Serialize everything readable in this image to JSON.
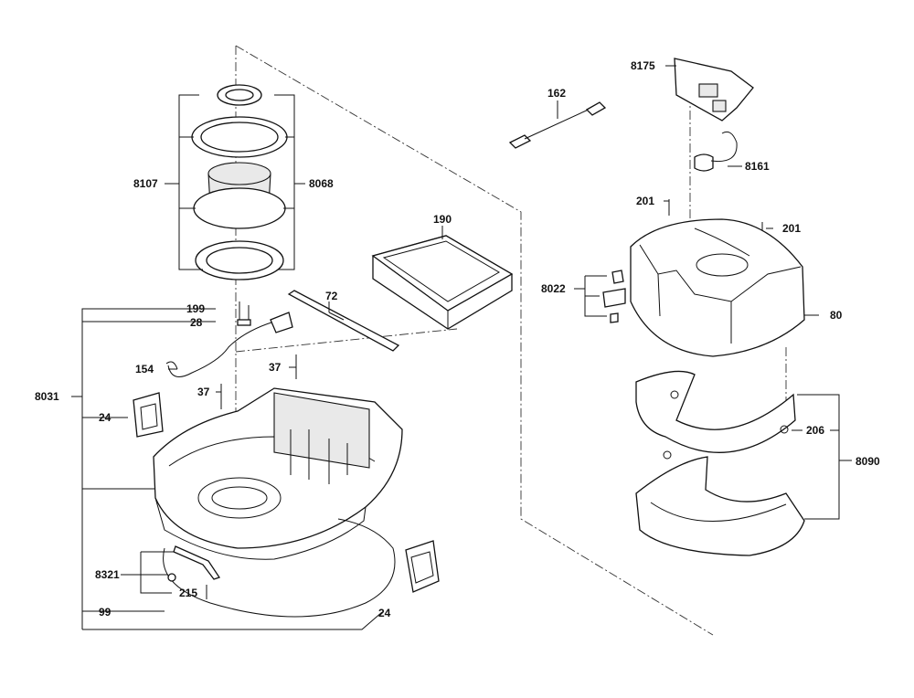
{
  "labels": {
    "p8175": "8175",
    "p162": "162",
    "p8161": "8161",
    "p201a": "201",
    "p201b": "201",
    "p8107": "8107",
    "p8068": "8068",
    "p190": "190",
    "p8022": "8022",
    "p80": "80",
    "p72": "72",
    "p199": "199",
    "p28": "28",
    "p154": "154",
    "p37a": "37",
    "p37b": "37",
    "p8031": "8031",
    "p24a": "24",
    "p206": "206",
    "p8090": "8090",
    "p8321": "8321",
    "p215": "215",
    "p99": "99",
    "p24b": "24"
  }
}
